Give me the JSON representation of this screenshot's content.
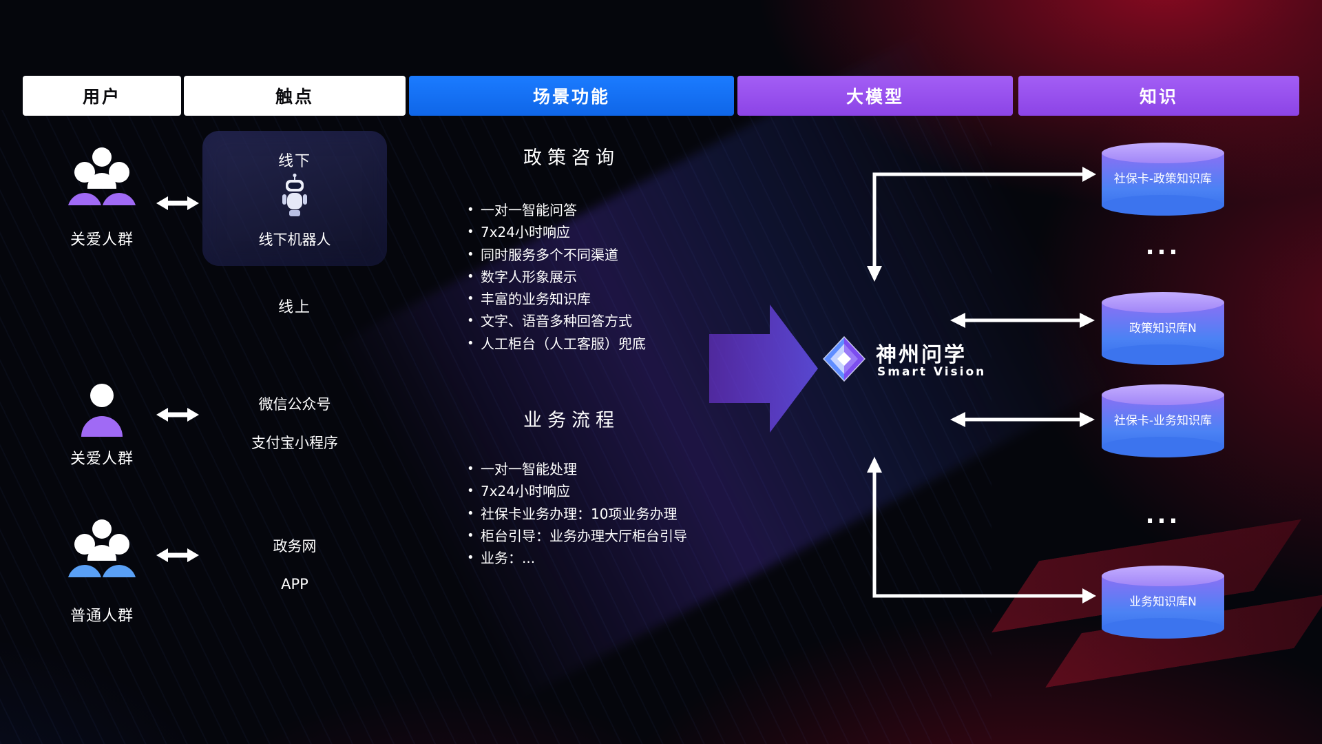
{
  "columns": [
    {
      "label": "用户",
      "bg": "#ffffff",
      "color": "#0b0b0e"
    },
    {
      "label": "触点",
      "bg": "#ffffff",
      "color": "#0b0b0e"
    },
    {
      "label": "场景功能",
      "bg": "#1677f0",
      "color": "#ffffff"
    },
    {
      "label": "大模型",
      "bg": "#9d5bf0",
      "color": "#ffffff"
    },
    {
      "label": "知识",
      "bg": "#9d5bf0",
      "color": "#ffffff"
    }
  ],
  "users": [
    {
      "label": "关爱人群",
      "icon": "user-group",
      "color": "#a06af5"
    },
    {
      "label": "关爱人群",
      "icon": "user-single",
      "color": "#a06af5"
    },
    {
      "label": "普通人群",
      "icon": "user-group",
      "color": "#5aa0f5"
    }
  ],
  "touchpoints": {
    "offline_title": "线下",
    "offline_device": "线下机器人",
    "online_title": "线上",
    "items": [
      "微信公众号",
      "支付宝小程序",
      "政务网",
      "APP"
    ]
  },
  "scenarios": [
    {
      "title": "政策咨询",
      "items": [
        "一对一智能问答",
        "7x24小时响应",
        "同时服务多个不同渠道",
        "数字人形象展示",
        "丰富的业务知识库",
        "文字、语音多种回答方式",
        "人工柜台（人工客服）兜底"
      ]
    },
    {
      "title": "业务流程",
      "items": [
        "一对一智能处理",
        "7x24小时响应",
        "社保卡业务办理：10项业务办理",
        "柜台引导：业务办理大厅柜台引导",
        "业务：..."
      ]
    }
  ],
  "model": {
    "name": "神州问学",
    "subtitle": "Smart Vision"
  },
  "knowledge": {
    "dbs": [
      "社保卡-政策知识库",
      "政策知识库N",
      "社保卡-业务知识库",
      "业务知识库N"
    ],
    "ellipsis": "..."
  },
  "colors": {
    "scene_blue": "#1677f0",
    "model_purple": "#9d5bf0",
    "db_top": "#b49cf8",
    "db_body_top": "#8a70f4",
    "db_body_bottom": "#3c74ee",
    "arrow_white": "#ffffff",
    "bg_red": "#8f1126",
    "bg_dark": "#05060c"
  }
}
